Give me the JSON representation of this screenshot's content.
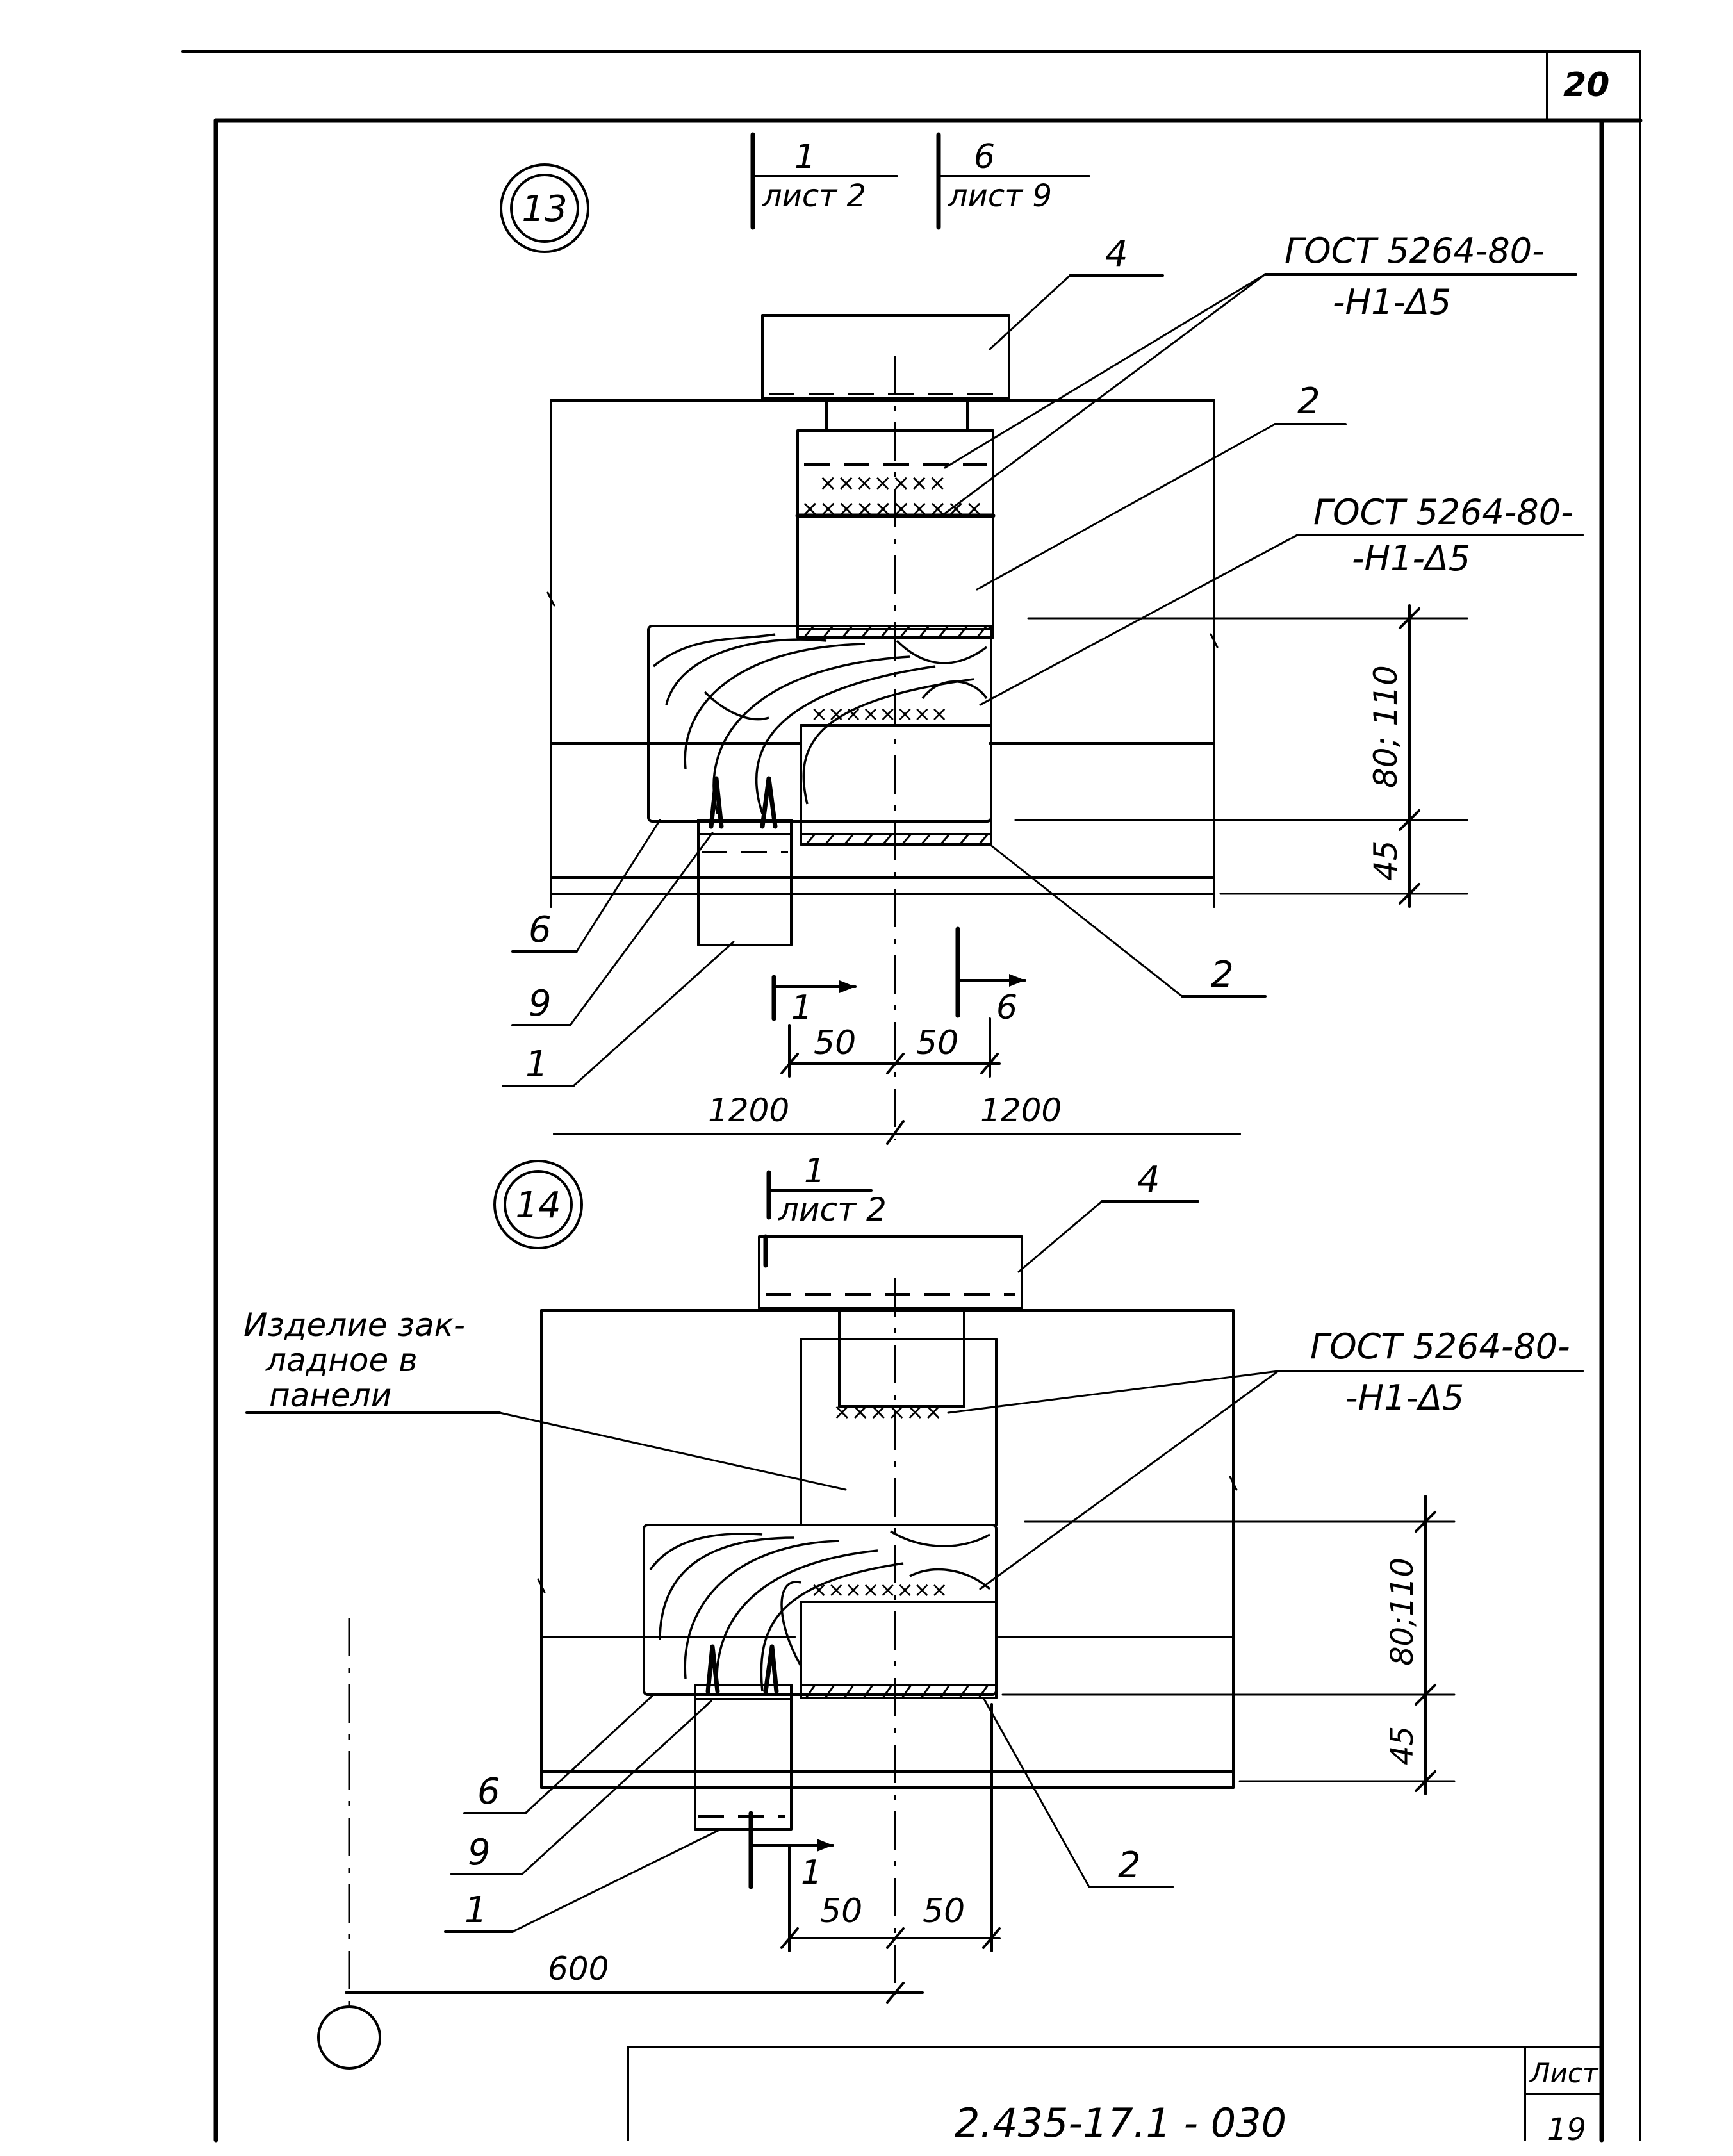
{
  "sheet_number": "20",
  "detail_13": {
    "marker": "13",
    "section_refs": [
      {
        "num": "1",
        "sheet": "лист 2"
      },
      {
        "num": "6",
        "sheet": "лист 9"
      }
    ],
    "weld_note_top": {
      "line1": "ГОСТ 5264-80-",
      "line2": "-Н1-Δ5"
    },
    "weld_note_mid": {
      "line1": "ГОСТ 5264-80-",
      "line2": "-Н1-Δ5"
    },
    "callouts": {
      "top_right": "4",
      "upper_right": "2",
      "lower_right": "2",
      "left_a": "6",
      "left_b": "9",
      "left_c": "1"
    },
    "section_cuts": {
      "left": "1",
      "right": "6"
    },
    "dims": {
      "vertical_upper": "80; 110",
      "vertical_lower": "45",
      "horiz_left": "50",
      "horiz_right": "50",
      "span_left": "1200",
      "span_right": "1200"
    }
  },
  "detail_14": {
    "marker": "14",
    "section_ref": {
      "num": "1",
      "sheet": "лист 2"
    },
    "embedded_note": {
      "line1": "Изделие зак-",
      "line2": "ладное в",
      "line3": "панели"
    },
    "weld_note": {
      "line1": "ГОСТ 5264-80-",
      "line2": "-Н1-Δ5"
    },
    "callouts": {
      "top_right": "4",
      "lower_right": "2",
      "left_a": "6",
      "left_b": "9",
      "left_c": "1"
    },
    "section_cut": "1",
    "dims": {
      "vertical_upper": "80;110",
      "vertical_lower": "45",
      "horiz_left": "50",
      "horiz_right": "50",
      "span": "600"
    }
  },
  "title_block": {
    "code": "2.435-17.1 - 030",
    "sheet_label": "Лист",
    "sheet_value": "19"
  }
}
